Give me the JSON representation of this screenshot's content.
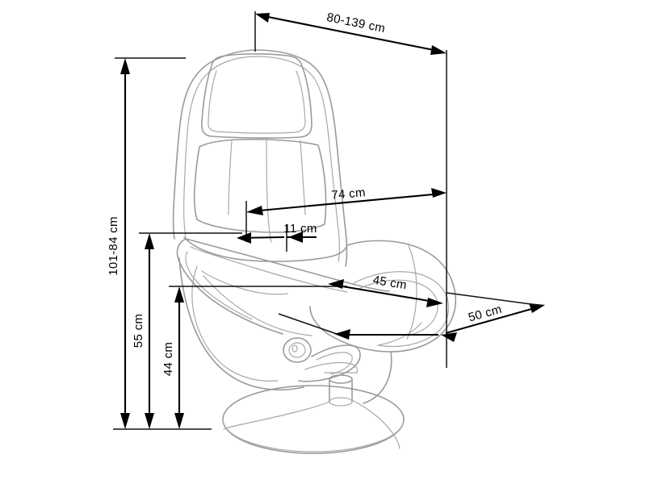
{
  "document": {
    "type": "technical-dimension-drawing",
    "subject": "Recliner armchair with pedestal swivel base",
    "units": "cm",
    "background_color": "#ffffff",
    "outline_color": "#9a9a9a",
    "dimension_color": "#000000"
  },
  "dimensions": {
    "overall_height": {
      "label": "101-84 cm",
      "orientation": "vertical",
      "description": "Total height of chair, adjustable range"
    },
    "depth_range": {
      "label": "80-139 cm",
      "orientation": "diagonal",
      "description": "Overall depth from upright to reclined"
    },
    "backrest_height": {
      "label": "74 cm",
      "orientation": "horizontal",
      "description": "Backrest height measured along incline"
    },
    "offset": {
      "label": "11 cm",
      "orientation": "horizontal",
      "description": "Small offset detail at seat junction"
    },
    "seat_height": {
      "label": "55 cm",
      "orientation": "vertical",
      "description": "Height to top of armrest"
    },
    "seat_height_low": {
      "label": "44 cm",
      "orientation": "vertical",
      "description": "Height to seat cushion"
    },
    "seat_depth": {
      "label": "45 cm",
      "orientation": "diagonal",
      "description": "Seat depth"
    },
    "seat_width": {
      "label": "50 cm",
      "orientation": "diagonal",
      "description": "Seat width"
    }
  },
  "labels_in_order": [
    "80-139 cm",
    "101-84 cm",
    "74 cm",
    "11 cm",
    "45 cm",
    "50 cm",
    "55 cm",
    "44 cm"
  ]
}
